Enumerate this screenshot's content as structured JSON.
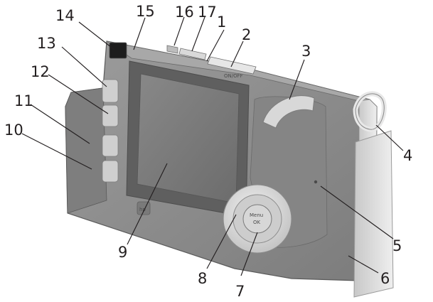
{
  "diagram": {
    "callouts": [
      {
        "id": "1",
        "label": "1"
      },
      {
        "id": "2",
        "label": "2"
      },
      {
        "id": "3",
        "label": "3"
      },
      {
        "id": "4",
        "label": "4"
      },
      {
        "id": "5",
        "label": "5"
      },
      {
        "id": "6",
        "label": "6"
      },
      {
        "id": "7",
        "label": "7"
      },
      {
        "id": "8",
        "label": "8"
      },
      {
        "id": "9",
        "label": "9"
      },
      {
        "id": "10",
        "label": "10"
      },
      {
        "id": "11",
        "label": "11"
      },
      {
        "id": "12",
        "label": "12"
      },
      {
        "id": "13",
        "label": "13"
      },
      {
        "id": "14",
        "label": "14"
      },
      {
        "id": "15",
        "label": "15"
      },
      {
        "id": "16",
        "label": "16"
      },
      {
        "id": "17",
        "label": "17"
      }
    ],
    "device_text": {
      "power_label": "ON/OFF",
      "ok_label_top": "Menu",
      "ok_label_bottom": "OK",
      "logo": "hp"
    },
    "colors": {
      "body": "#8f8f8f",
      "body_dark": "#6f6f6f",
      "body_light": "#b3b3b3",
      "screen": "#7a7a7a",
      "screen_frame": "#5d5d5d",
      "silver": "#d9d9d9",
      "line": "#231f20"
    }
  }
}
